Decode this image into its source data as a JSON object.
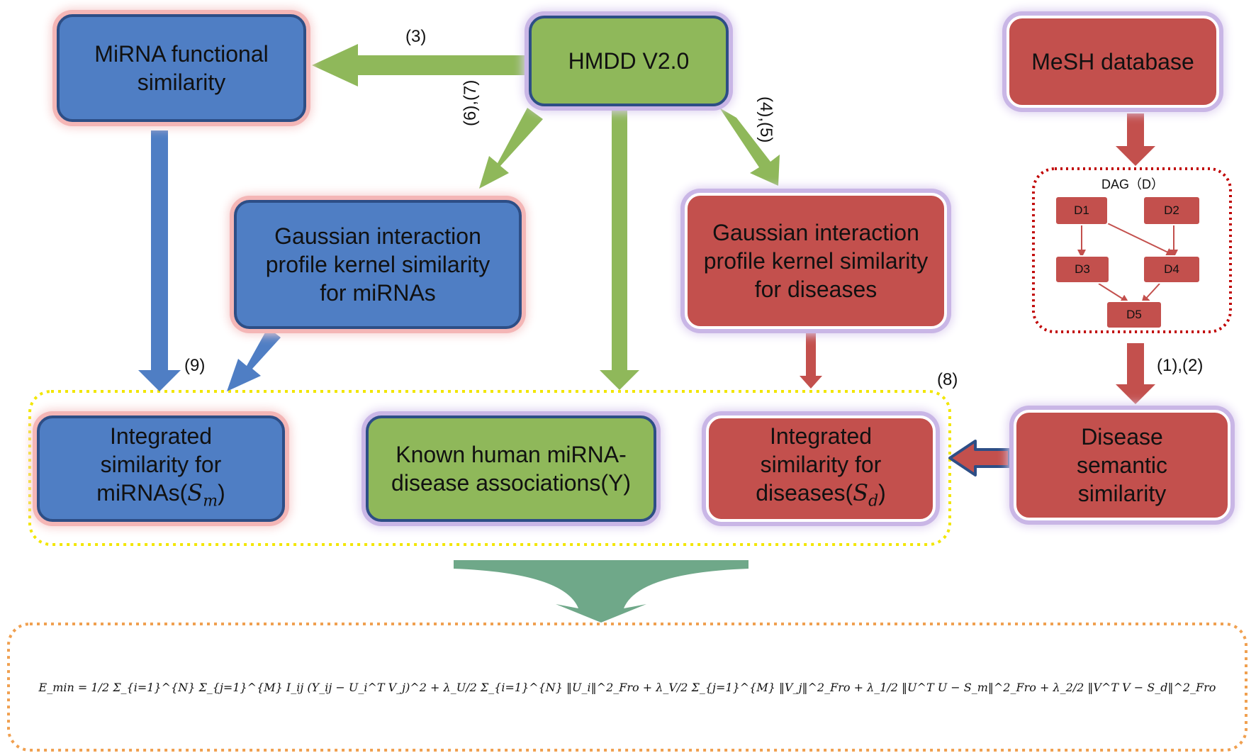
{
  "nodes": {
    "hmdd": "HMDD V2.0",
    "mirna_functional": [
      "MiRNA functional",
      "similarity"
    ],
    "mesh": "MeSH database",
    "gaussian_mirna": [
      "Gaussian interaction",
      "profile kernel similarity",
      "for miRNAs"
    ],
    "gaussian_disease": [
      "Gaussian interaction",
      "profile kernel similarity",
      "for diseases"
    ],
    "integrated_mirna": [
      "Integrated",
      "similarity for",
      "miRNAs(",
      "S",
      "m",
      ")"
    ],
    "known_assoc": [
      "Known human miRNA-",
      "disease associations(Y)"
    ],
    "integrated_disease": [
      "Integrated",
      "similarity for",
      "diseases(",
      "S",
      "d",
      ")"
    ],
    "disease_semantic": [
      "Disease",
      "semantic",
      "similarity"
    ]
  },
  "dag": {
    "title": "DAG（D）",
    "nodes": [
      "D1",
      "D2",
      "D3",
      "D4",
      "D5"
    ]
  },
  "edge_labels": {
    "e3": "(3)",
    "e67": "(6),(7)",
    "e45": "(4),(5)",
    "e9": "(9)",
    "e8": "(8)",
    "e12": "(1),(2)"
  },
  "equation": "E_min = 1/2 Σ_{i=1}^{N} Σ_{j=1}^{M} I_ij (Y_ij − U_i^T V_j)^2 + λ_U/2 Σ_{i=1}^{N} ‖U_i‖^2_Fro + λ_V/2 Σ_{j=1}^{M} ‖V_j‖^2_Fro + λ_1/2 ‖U^T U − S_m‖^2_Fro + λ_2/2 ‖V^T V − S_d‖^2_Fro",
  "colors": {
    "blue": "#4f7ec4",
    "green": "#8fb85a",
    "red": "#c3504d",
    "teal_arrow": "#6fa889",
    "yellow_border": "#f2e600",
    "orange_border": "#f0a050"
  }
}
